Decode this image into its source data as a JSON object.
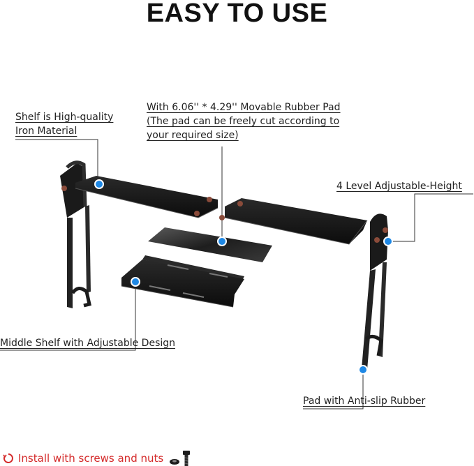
{
  "title": "EASY TO USE",
  "callouts": {
    "shelf_material": [
      "Shelf is High-quality",
      "Iron Material"
    ],
    "rubber_pad": [
      "With 6.06'' * 4.29'' Movable Rubber Pad",
      "(The pad can be freely cut according to",
      "your required size)"
    ],
    "adjustable_height": "4 Level Adjustable-Height",
    "middle_shelf": "Middle Shelf with Adjustable Design",
    "anti_slip": "Pad with Anti-slip Rubber"
  },
  "footer": {
    "install_text": "Install with screws and nuts"
  },
  "icons": {
    "install": "screw-loop-icon",
    "hardware": "bolt-and-nut-icon"
  },
  "colors": {
    "dot": "#1e88e5",
    "metal": "#1c1c1c",
    "accent_red": "#d42a2a",
    "screw": "#8a4b3a"
  }
}
